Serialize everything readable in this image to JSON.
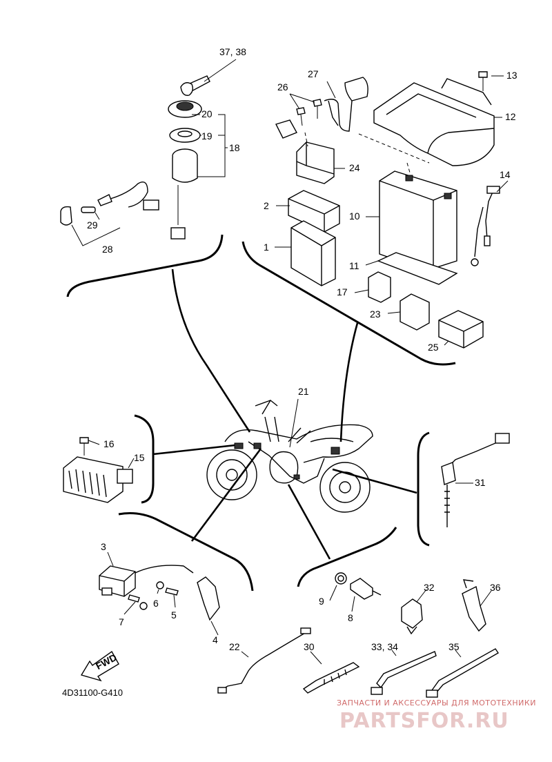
{
  "diagram_code": "4D31100-G410",
  "fwd_label": "FWD",
  "watermark": {
    "tagline": "ЗАПЧАСТИ И АКСЕССУАРЫ ДЛЯ МОТОТЕХНИКИ",
    "brand": "PARTSFOR.RU"
  },
  "callouts": {
    "c1": "1",
    "c2": "2",
    "c3": "3",
    "c4": "4",
    "c5": "5",
    "c6": "6",
    "c7": "7",
    "c8": "8",
    "c9": "9",
    "c10": "10",
    "c11": "11",
    "c12": "12",
    "c13": "13",
    "c14": "14",
    "c15": "15",
    "c16": "16",
    "c17": "17",
    "c18": "18",
    "c19": "19",
    "c20": "20",
    "c21": "21",
    "c22": "22",
    "c23": "23",
    "c24": "24",
    "c25": "25",
    "c26": "26",
    "c27": "27",
    "c28": "28",
    "c29": "29",
    "c30": "30",
    "c31": "31",
    "c32": "32",
    "c33_34": "33, 34",
    "c35": "35",
    "c36": "36",
    "c37_38": "37, 38"
  }
}
